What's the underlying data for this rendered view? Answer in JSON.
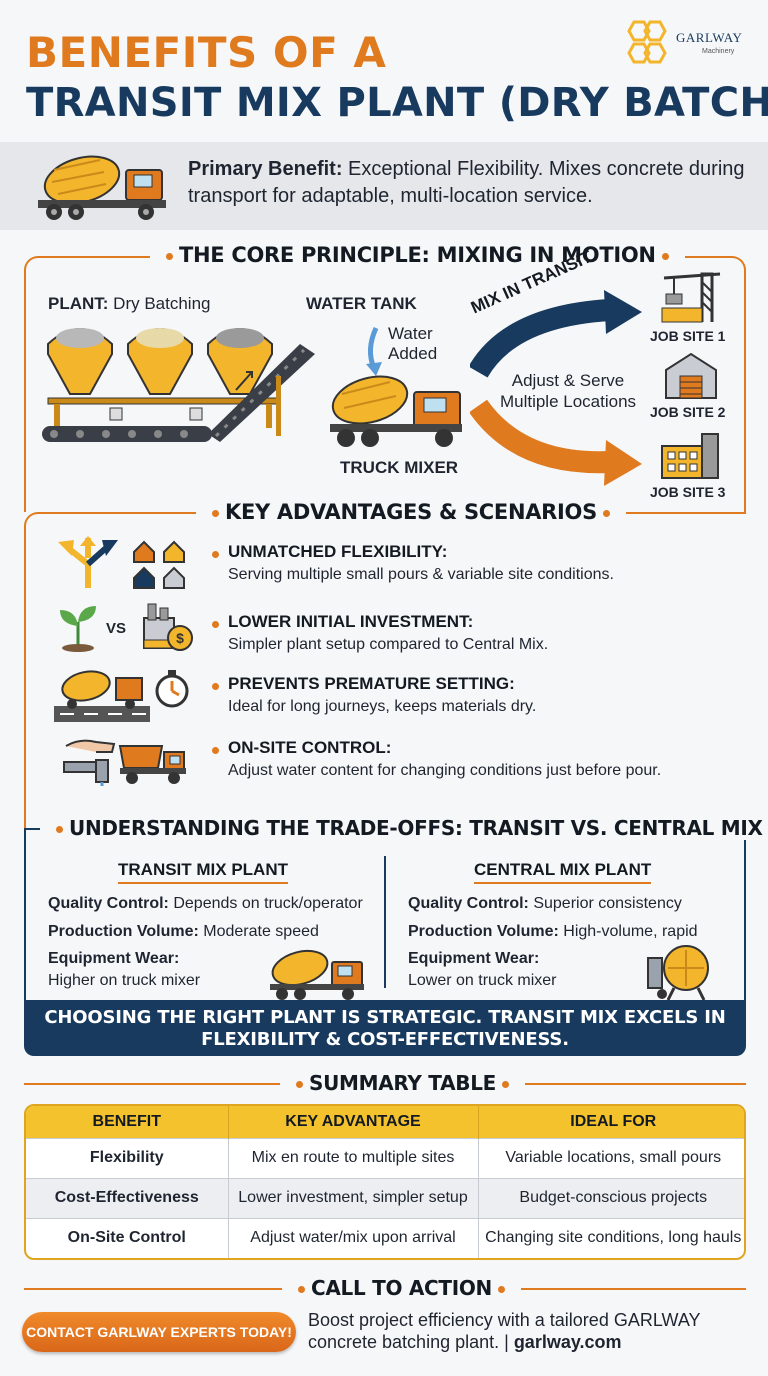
{
  "header": {
    "title_line1": "BENEFITS OF A",
    "title_line2": "TRANSIT MIX PLANT (DRY BATCH)",
    "logo_name": "GARLWAY",
    "logo_sub": "Machinery"
  },
  "primary": {
    "label": "Primary Benefit:",
    "text": " Exceptional Flexibility. Mixes concrete during transport for adaptable, multi-location service."
  },
  "core": {
    "title": "THE CORE PRINCIPLE: MIXING IN MOTION",
    "plant_label": "PLANT:",
    "plant_value": " Dry Batching",
    "water_tank": "WATER TANK",
    "water_added": "Water Added",
    "truck_mixer": "TRUCK MIXER",
    "mix_in_transit": "MIX IN TRANSIT",
    "adjust": "Adjust & Serve Multiple Locations",
    "sites": [
      "JOB SITE 1",
      "JOB SITE 2",
      "JOB SITE 3"
    ]
  },
  "advantages": {
    "title": "KEY ADVANTAGES & SCENARIOS",
    "items": [
      {
        "head": "UNMATCHED FLEXIBILITY:",
        "body": "Serving multiple small pours & variable site conditions."
      },
      {
        "head": "LOWER INITIAL INVESTMENT:",
        "body": "Simpler plant setup compared to Central Mix."
      },
      {
        "head": "PREVENTS PREMATURE SETTING:",
        "body": "Ideal for long journeys, keeps materials dry."
      },
      {
        "head": "ON-SITE CONTROL:",
        "body": "Adjust water content for changing conditions just before pour."
      }
    ],
    "vs": "VS"
  },
  "tradeoffs": {
    "title": "UNDERSTANDING THE TRADE-OFFS: TRANSIT VS. CENTRAL MIX",
    "transit": {
      "head": "TRANSIT MIX PLANT",
      "qc_label": "Quality Control:",
      "qc": " Depends on truck/operator",
      "pv_label": "Production Volume:",
      "pv": " Moderate speed",
      "ew_label": "Equipment Wear:",
      "ew": "Higher on truck mixer"
    },
    "central": {
      "head": "CENTRAL MIX PLANT",
      "qc_label": "Quality Control:",
      "qc": " Superior consistency",
      "pv_label": "Production Volume:",
      "pv": " High-volume, rapid",
      "ew_label": "Equipment Wear:",
      "ew": "Lower on truck mixer"
    },
    "banner": "CHOOSING THE RIGHT PLANT IS STRATEGIC. TRANSIT MIX EXCELS IN FLEXIBILITY & COST-EFFECTIVENESS."
  },
  "summary": {
    "title": "SUMMARY TABLE",
    "headers": [
      "BENEFIT",
      "KEY ADVANTAGE",
      "IDEAL FOR"
    ],
    "rows": [
      [
        "Flexibility",
        "Mix en route to multiple sites",
        "Variable locations, small pours"
      ],
      [
        "Cost-Effectiveness",
        "Lower investment, simpler setup",
        "Budget-conscious projects"
      ],
      [
        "On-Site Control",
        "Adjust water/mix upon arrival",
        "Changing site conditions, long hauls"
      ]
    ]
  },
  "cta": {
    "title": "CALL TO ACTION",
    "button": "CONTACT GARLWAY EXPERTS TODAY!",
    "text": "Boost project efficiency with a tailored GARLWAY concrete batching plant. | ",
    "link": "garlway.com"
  },
  "colors": {
    "accent": "#e07a1f",
    "navy": "#173a5e",
    "yellow": "#f3c22c"
  }
}
